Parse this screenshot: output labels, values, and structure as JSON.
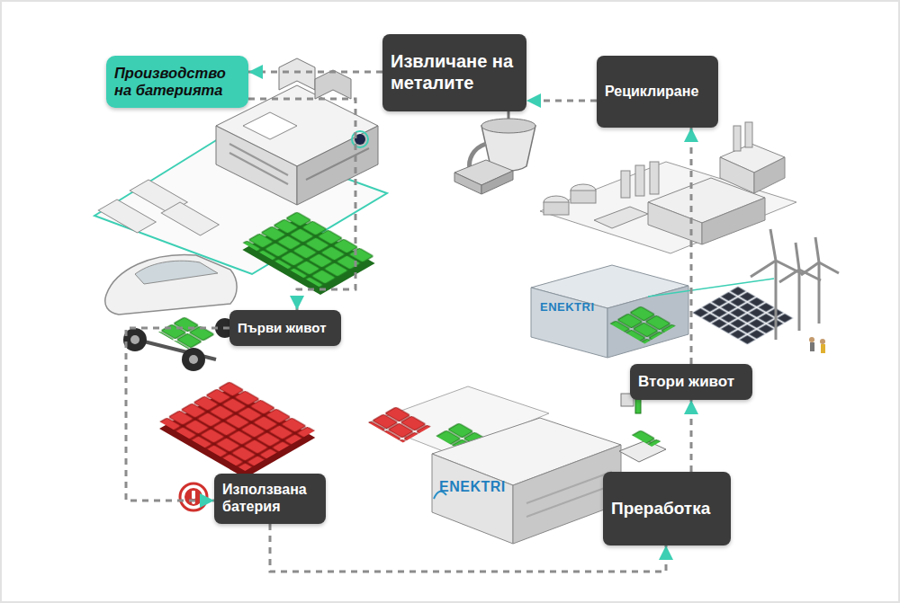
{
  "diagram": {
    "nodes": [
      {
        "text": [
          "Производство на батерията"
        ]
      },
      {
        "text": [
          "Извличане на металите"
        ]
      },
      {
        "text": [
          "Рециклиране"
        ]
      },
      {
        "text": [
          "Първи живот"
        ]
      },
      {
        "text": [
          "Втори живот"
        ]
      },
      {
        "text": [
          "Използвана батерия"
        ]
      },
      {
        "text": [
          "Преработка"
        ]
      }
    ],
    "edges": [
      {
        "from": 0,
        "to": 3,
        "arrow": "to"
      },
      {
        "from": 3,
        "to": 5,
        "arrow": "to"
      },
      {
        "from": 5,
        "to": 6,
        "arrow": "to"
      },
      {
        "from": 6,
        "to": 4,
        "arrow": "to"
      },
      {
        "from": 4,
        "to": 2,
        "arrow": "to"
      },
      {
        "from": 2,
        "to": 1,
        "arrow": "to"
      },
      {
        "from": 1,
        "to": 0,
        "arrow": "to"
      }
    ],
    "labels": [
      "ENEKTRI",
      "ENEKTRI"
    ]
  }
}
